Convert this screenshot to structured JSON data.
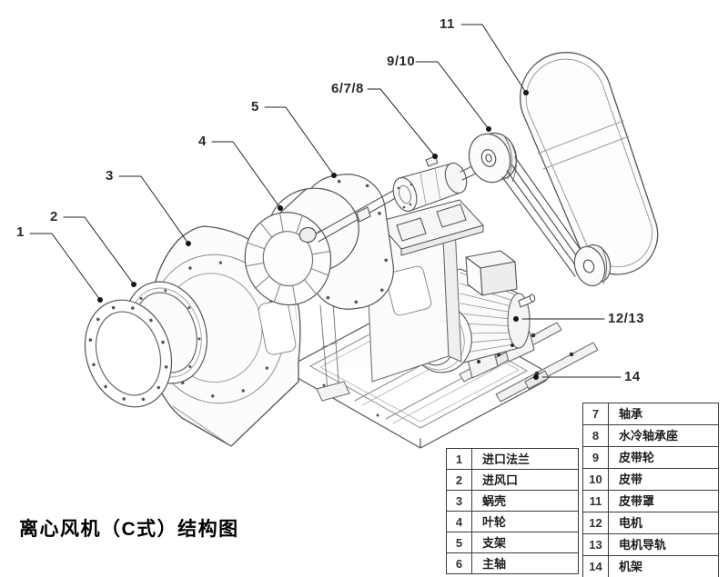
{
  "title": "离心风机（C式）结构图",
  "diagram": {
    "callouts": [
      {
        "label": "1"
      },
      {
        "label": "2"
      },
      {
        "label": "3"
      },
      {
        "label": "4"
      },
      {
        "label": "5"
      },
      {
        "label": "6/7/8"
      },
      {
        "label": "9/10"
      },
      {
        "label": "11"
      },
      {
        "label": "12/13"
      },
      {
        "label": "14"
      }
    ]
  },
  "parts_tables": {
    "left": [
      {
        "num": "1",
        "name": "进口法兰"
      },
      {
        "num": "2",
        "name": "进风口"
      },
      {
        "num": "3",
        "name": "蜗壳"
      },
      {
        "num": "4",
        "name": "叶轮"
      },
      {
        "num": "5",
        "name": "支架"
      },
      {
        "num": "6",
        "name": "主轴"
      }
    ],
    "right": [
      {
        "num": "7",
        "name": "轴承"
      },
      {
        "num": "8",
        "name": "水冷轴承座"
      },
      {
        "num": "9",
        "name": "皮带轮"
      },
      {
        "num": "10",
        "name": "皮带"
      },
      {
        "num": "11",
        "name": "皮带罩"
      },
      {
        "num": "12",
        "name": "电机"
      },
      {
        "num": "13",
        "name": "电机导轨"
      },
      {
        "num": "14",
        "name": "机架"
      }
    ]
  },
  "colors": {
    "background": "#ffffff",
    "line": "#4c4c4c",
    "text": "#1d1d1d"
  }
}
